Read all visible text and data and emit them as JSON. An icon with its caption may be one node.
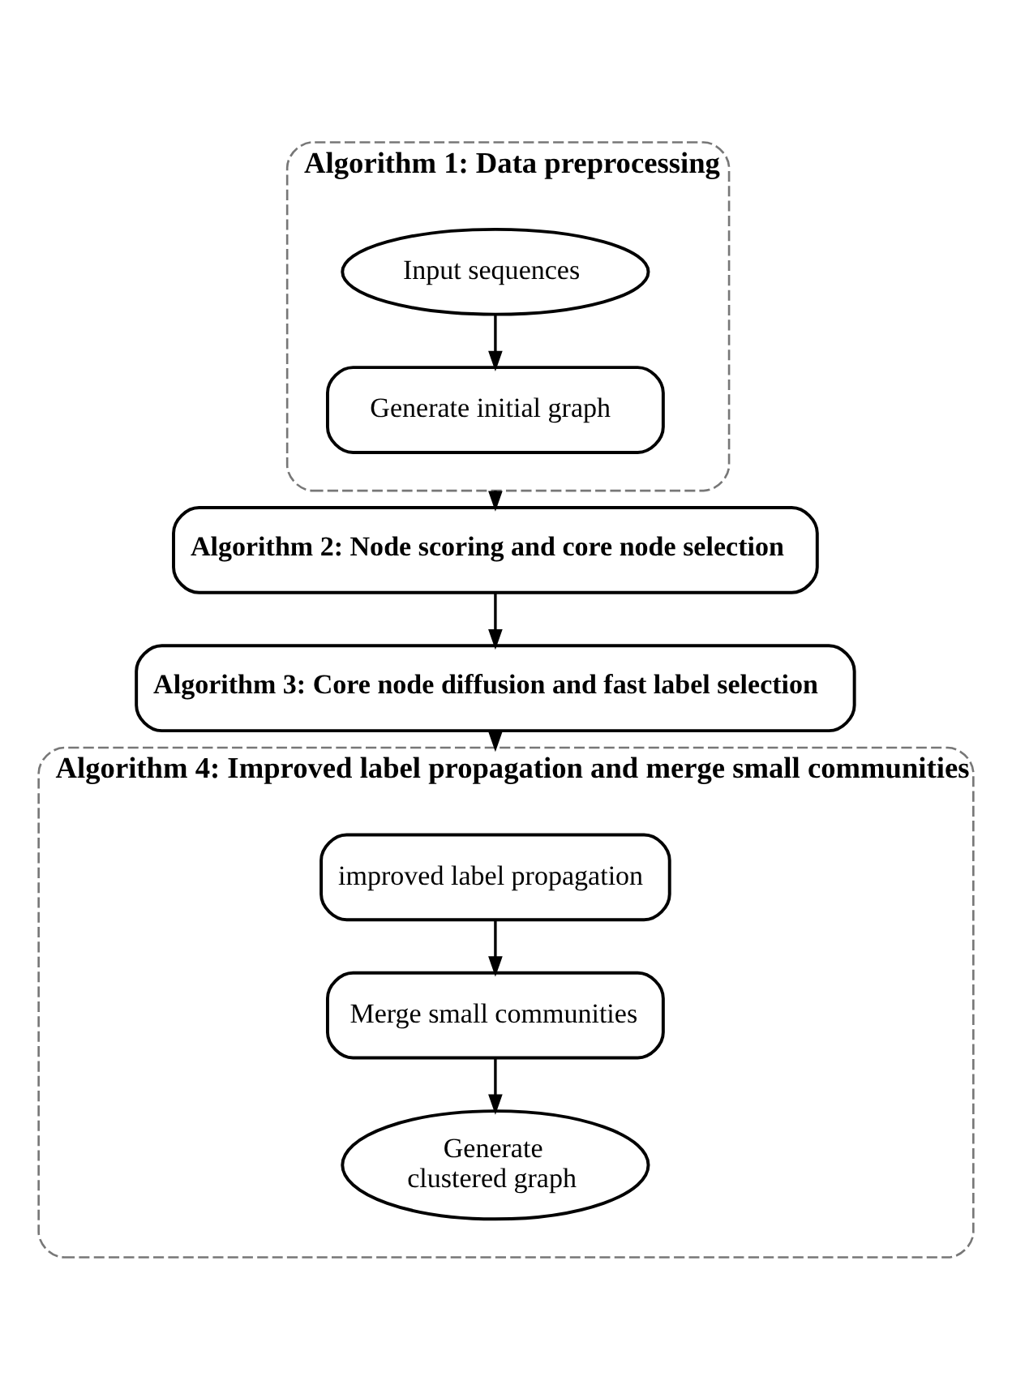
{
  "diagram": {
    "nodes": [
      {
        "text": [
          "Algorithm 1: Data preprocessing"
        ]
      },
      {
        "text": [
          "Input sequences"
        ],
        "in": 0
      },
      {
        "text": [
          "Generate initial graph"
        ],
        "in": 0
      },
      {
        "text": [
          "Algorithm 2: Node scoring and core node selection"
        ]
      },
      {
        "text": [
          "Algorithm 3: Core node diffusion and fast label selection"
        ]
      },
      {
        "text": [
          "Algorithm 4: Improved label propagation and merge small communities"
        ]
      },
      {
        "text": [
          "improved label propagation"
        ],
        "in": 5
      },
      {
        "text": [
          "Merge small communities"
        ],
        "in": 5
      },
      {
        "text": [
          "Generate clustered graph"
        ],
        "in": 5
      }
    ],
    "edges": [
      {
        "from": 1,
        "to": 2,
        "arrow": "to"
      },
      {
        "from": 0,
        "to": 3,
        "arrow": "to"
      },
      {
        "from": 3,
        "to": 4,
        "arrow": "to"
      },
      {
        "from": 4,
        "to": 5,
        "arrow": "to"
      },
      {
        "from": 6,
        "to": 7,
        "arrow": "to"
      },
      {
        "from": 7,
        "to": 8,
        "arrow": "to"
      }
    ]
  }
}
